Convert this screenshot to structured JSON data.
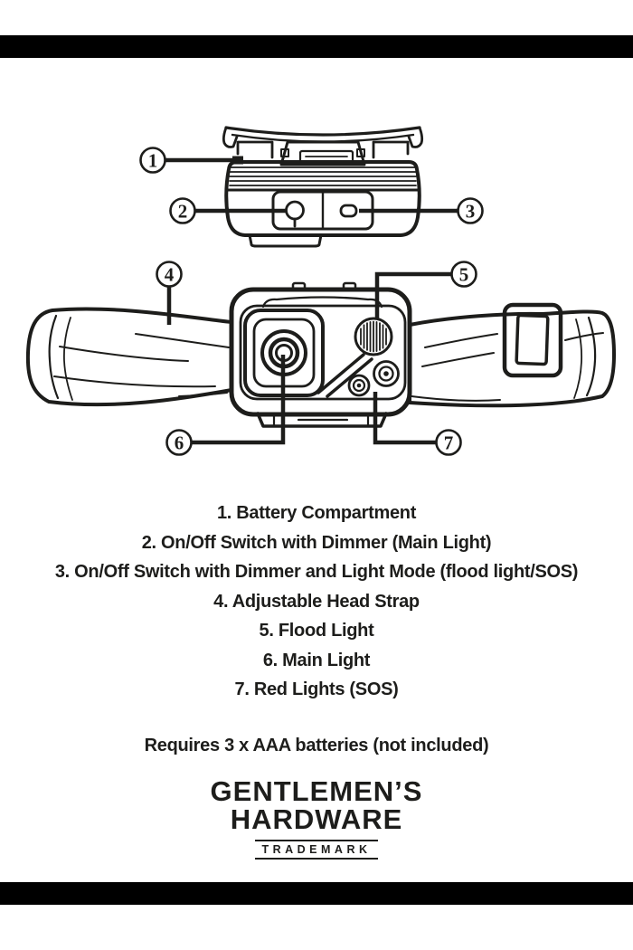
{
  "colors": {
    "paper": "#ffffff",
    "ink": "#1d1d1b",
    "border_bar": "#000000"
  },
  "diagram": {
    "callouts": [
      "1",
      "2",
      "3",
      "4",
      "5",
      "6",
      "7"
    ]
  },
  "parts_list": [
    "1. Battery Compartment",
    "2. On/Off Switch with Dimmer (Main Light)",
    "3. On/Off Switch with Dimmer and Light Mode (flood light/SOS)",
    "4. Adjustable Head Strap",
    "5. Flood Light",
    "6. Main Light",
    "7. Red Lights (SOS)"
  ],
  "battery_note": "Requires 3 x AAA batteries (not included)",
  "brand": {
    "name_line1": "GENTLEMEN’S",
    "name_line2": "HARDWARE",
    "trademark": "TRADEMARK"
  }
}
